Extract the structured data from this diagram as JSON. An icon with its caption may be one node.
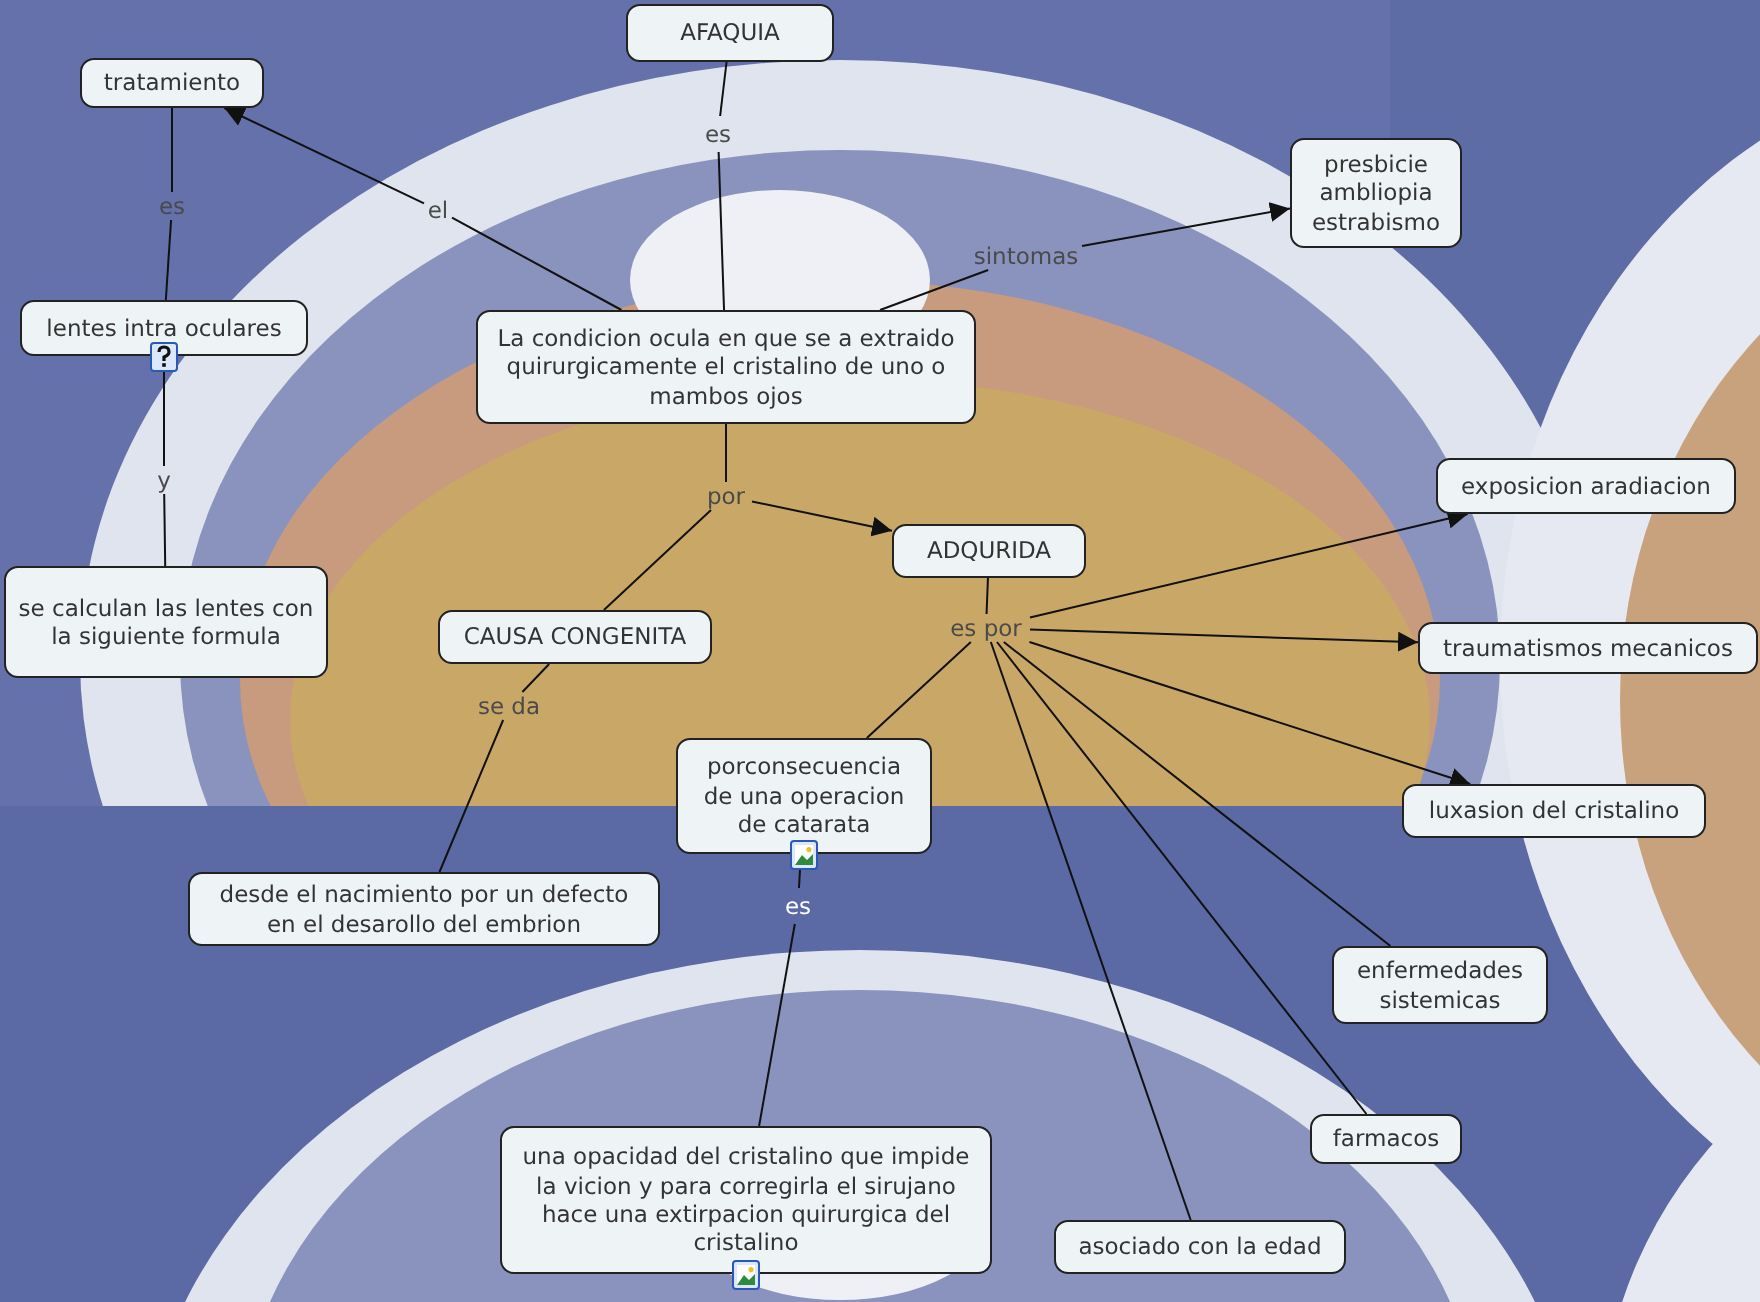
{
  "diagram": {
    "nodes": [
      {
        "text": [
          "AFAQUIA"
        ]
      },
      {
        "text": [
          "tratamiento"
        ]
      },
      {
        "text": [
          "es"
        ]
      },
      {
        "text": [
          "presbicie ambliopia estrabismo"
        ]
      },
      {
        "text": [
          "es"
        ]
      },
      {
        "text": [
          "el"
        ]
      },
      {
        "text": [
          "sintomas"
        ]
      },
      {
        "text": [
          "lentes intra oculares"
        ]
      },
      {
        "text": [
          "La condicion ocula en que se a extraido quirurgicamente el cristalino de uno o mambos ojos"
        ]
      },
      {
        "text": [
          "exposicion aradiacion"
        ]
      },
      {
        "text": [
          "y"
        ]
      },
      {
        "text": [
          "por"
        ]
      },
      {
        "text": [
          "ADQURIDA"
        ]
      },
      {
        "text": [
          "se calculan las lentes con la siguiente formula"
        ]
      },
      {
        "text": [
          "CAUSA CONGENITA"
        ]
      },
      {
        "text": [
          "es por"
        ]
      },
      {
        "text": [
          "traumatismos mecanicos"
        ]
      },
      {
        "text": [
          "se da"
        ]
      },
      {
        "text": [
          "porconsecuencia de una operacion de catarata"
        ]
      },
      {
        "text": [
          "luxasion del cristalino"
        ]
      },
      {
        "text": [
          "desde el nacimiento por un defecto en el desarollo del embrion"
        ]
      },
      {
        "text": [
          "es"
        ]
      },
      {
        "text": [
          "enfermedades sistemicas"
        ]
      },
      {
        "text": [
          "farmacos"
        ]
      },
      {
        "text": [
          "una opacidad del cristalino que impide la vicion y para corregirla el sirujano  hace una extirpacion quirurgica del cristalino"
        ]
      },
      {
        "text": [
          "asociado con la edad"
        ]
      }
    ],
    "edges": [
      {
        "from": 0,
        "to": 2,
        "arrow": "none"
      },
      {
        "from": 2,
        "to": 8,
        "arrow": "none"
      },
      {
        "from": 8,
        "to": 5,
        "arrow": "none"
      },
      {
        "from": 5,
        "to": 1,
        "arrow": "to"
      },
      {
        "from": 1,
        "to": 4,
        "arrow": "none"
      },
      {
        "from": 4,
        "to": 7,
        "arrow": "none"
      },
      {
        "from": 8,
        "to": 6,
        "arrow": "none"
      },
      {
        "from": 6,
        "to": 3,
        "arrow": "to"
      },
      {
        "from": 7,
        "to": 10,
        "arrow": "none"
      },
      {
        "from": 10,
        "to": 13,
        "arrow": "none"
      },
      {
        "from": 8,
        "to": 11,
        "arrow": "none"
      },
      {
        "from": 11,
        "to": 12,
        "arrow": "to"
      },
      {
        "from": 11,
        "to": 14,
        "arrow": "none"
      },
      {
        "from": 14,
        "to": 17,
        "arrow": "none"
      },
      {
        "from": 17,
        "to": 20,
        "arrow": "none"
      },
      {
        "from": 12,
        "to": 15,
        "arrow": "none"
      },
      {
        "from": 15,
        "to": 9,
        "arrow": "to"
      },
      {
        "from": 15,
        "to": 16,
        "arrow": "to"
      },
      {
        "from": 15,
        "to": 19,
        "arrow": "to"
      },
      {
        "from": 15,
        "to": 22,
        "arrow": "none"
      },
      {
        "from": 15,
        "to": 23,
        "arrow": "none"
      },
      {
        "from": 15,
        "to": 25,
        "arrow": "none"
      },
      {
        "from": 15,
        "to": 18,
        "arrow": "none"
      },
      {
        "from": 18,
        "to": 21,
        "arrow": "none"
      },
      {
        "from": 21,
        "to": 24,
        "arrow": "none"
      }
    ]
  }
}
